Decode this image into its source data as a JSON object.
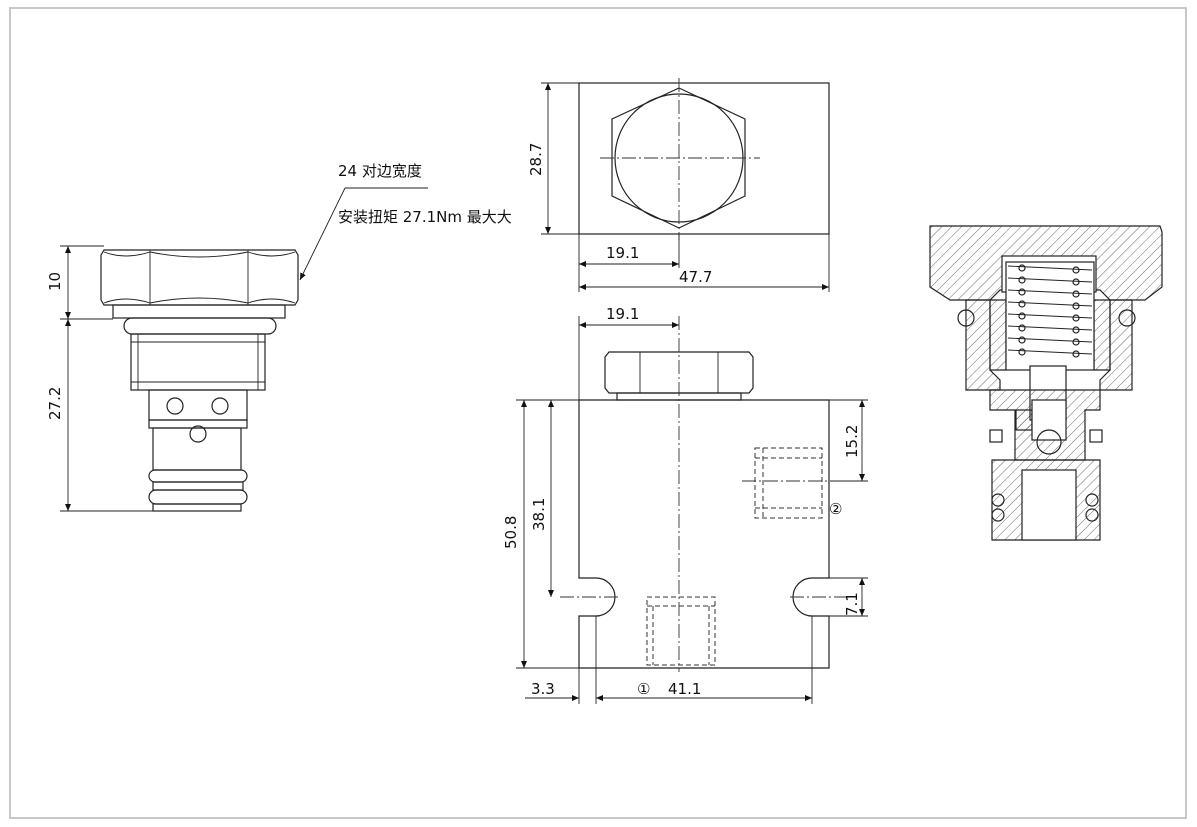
{
  "annotations": {
    "flats_width": "24 对边宽度",
    "torque": "安装扭矩 27.1Nm 最大大"
  },
  "dims": {
    "side_hex_height": "10",
    "side_body_length": "27.2",
    "top_height": "28.7",
    "top_offset": "19.1",
    "top_width": "47.7",
    "front_offset": "19.1",
    "port2_offset": "15.2",
    "port1_height": "38.1",
    "body_height": "50.8",
    "slot_offset": "7.1",
    "left_margin": "3.3",
    "slot_span": "41.1"
  },
  "ports": {
    "port1": "①",
    "port2": "②"
  }
}
